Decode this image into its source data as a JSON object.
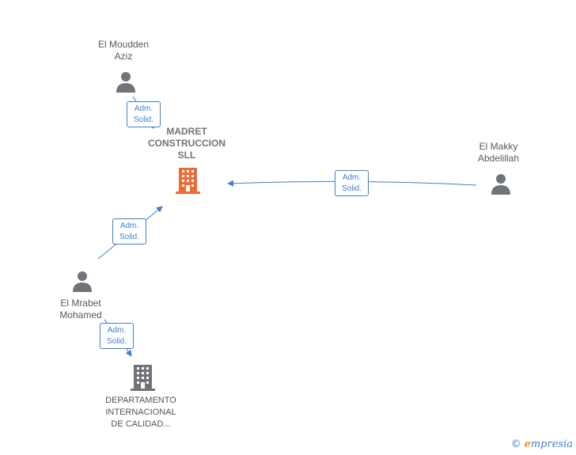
{
  "nodes": {
    "main_company": {
      "label": "MADRET\nCONSTRUCCION\nSLL"
    },
    "person_moudden": {
      "label": "El Moudden\nAziz"
    },
    "person_makky": {
      "label": "El Makky\nAbdelillah"
    },
    "person_mrabet": {
      "label": "El Mrabet\nMohamed"
    },
    "company_departamento": {
      "label": "DEPARTAMENTO\nINTERNACIONAL\nDE CALIDAD..."
    }
  },
  "edges": {
    "moudden_to_main": "Adm.\nSolid.",
    "makky_to_main": "Adm.\nSolid.",
    "mrabet_to_main": "Adm.\nSolid.",
    "mrabet_to_departamento": "Adm.\nSolid."
  },
  "colors": {
    "edge": "#3f80cf",
    "main_company_icon": "#f06a35",
    "company_icon": "#707478",
    "person_icon": "#707478"
  },
  "icons": {
    "person": "person-icon",
    "building": "building-icon"
  },
  "footer": {
    "copyright": "©",
    "brand_initial": "e",
    "brand_rest": "mpresia"
  }
}
